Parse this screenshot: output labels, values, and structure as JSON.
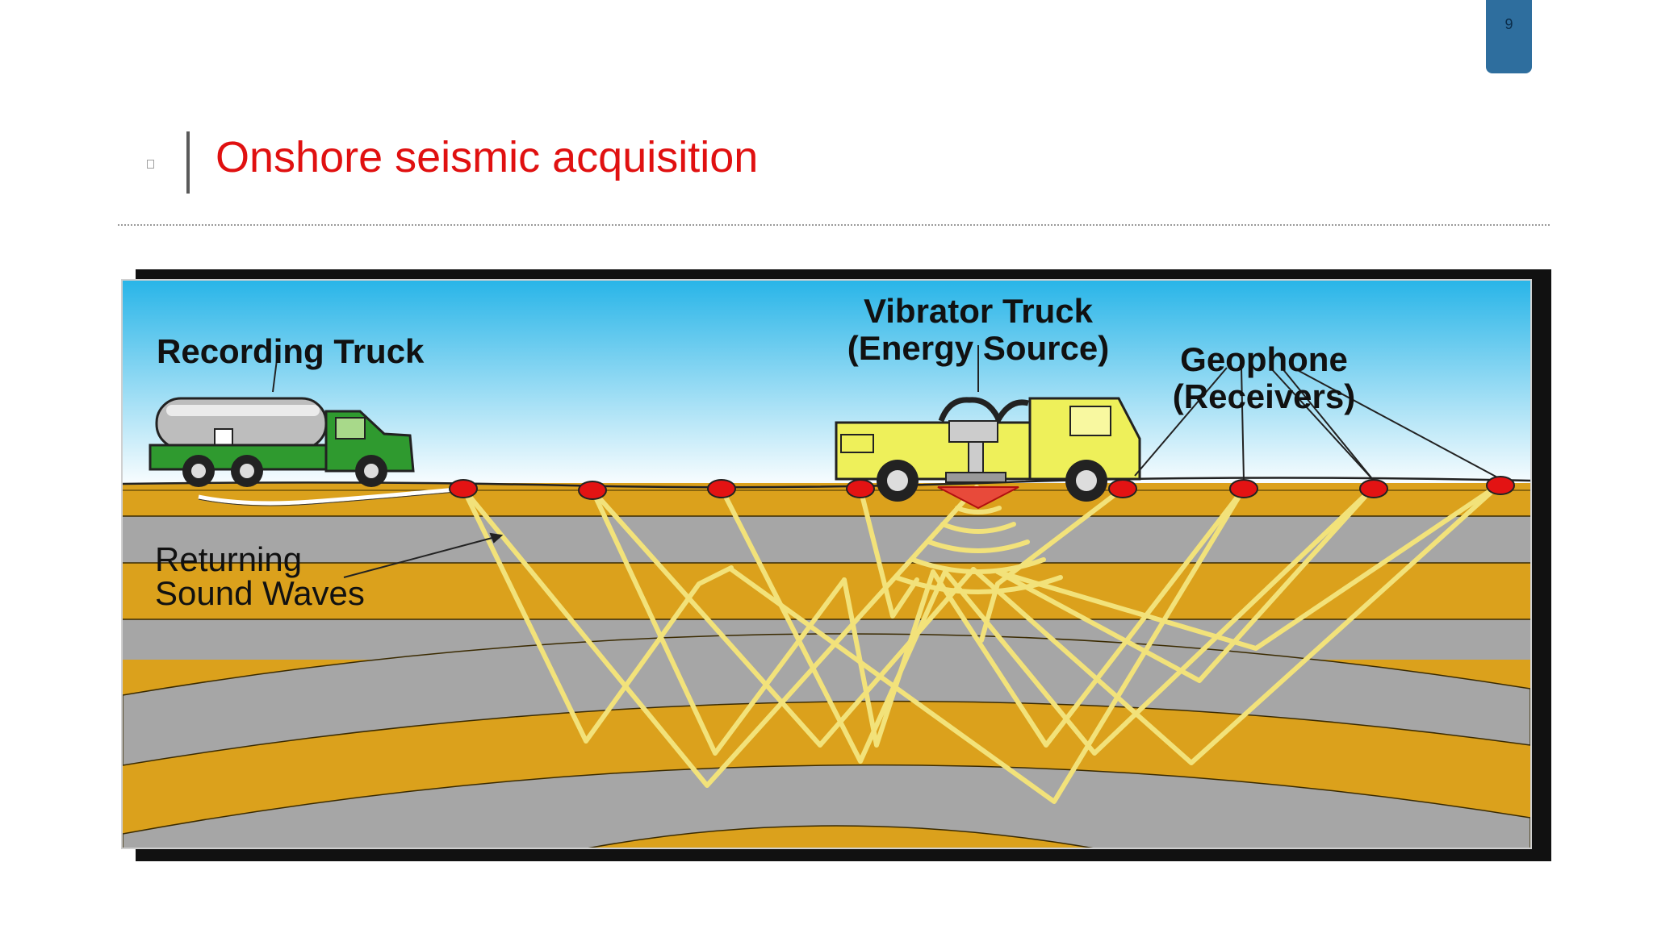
{
  "slide": {
    "number": "9",
    "title": "Onshore seismic acquisition"
  },
  "diagram": {
    "labels": {
      "recording_truck": "Recording Truck",
      "vibrator_truck_line1": "Vibrator Truck",
      "vibrator_truck_line2": "(Energy Source)",
      "geophone_line1": "Geophone",
      "geophone_line2": "(Receivers)",
      "returning_line1": "Returning",
      "returning_line2": "Sound Waves"
    },
    "colors": {
      "sky_top": "#29b5e8",
      "sky_bottom": "#ffffff",
      "earth_gold": "#dba11c",
      "earth_gray": "#a6a6a6",
      "ray_yellow": "#f2e27a",
      "geophone_red": "#e31313",
      "recording_truck_green": "#2f9a2f",
      "vibrator_truck_yellow": "#eef05a",
      "title_red": "#e01010",
      "slide_tab_blue": "#2e6e9e"
    },
    "geophone_count": 8,
    "icons": [
      "recording-truck-icon",
      "vibrator-truck-icon",
      "energy-arrow-icon",
      "sound-wave-arcs-icon"
    ]
  }
}
